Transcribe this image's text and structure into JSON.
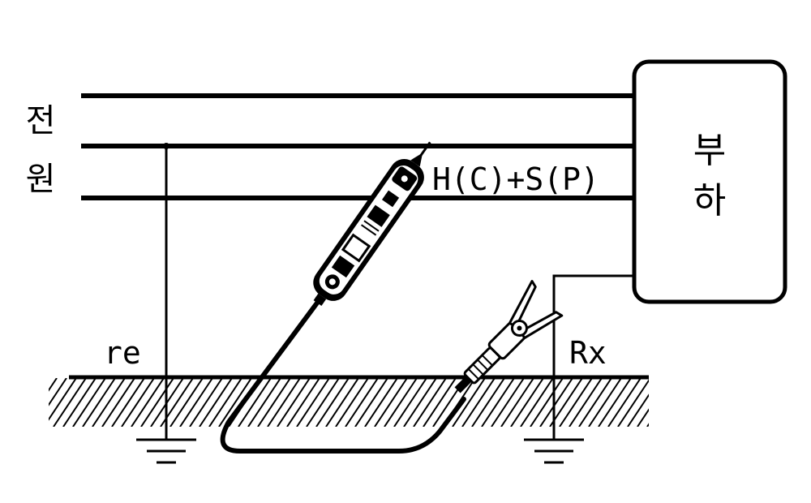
{
  "source": {
    "line1": "전",
    "line2": "원"
  },
  "load": {
    "line1": "부",
    "line2": "하"
  },
  "labels": {
    "terminals": "H(C)+S(P)",
    "re": "re",
    "rx": "Rx"
  },
  "colors": {
    "ink": "#000000",
    "background": "#ffffff"
  },
  "icons": [
    "ground-symbol-icon",
    "ground-hatch-icon",
    "tester-probe-icon",
    "alligator-clip-icon"
  ]
}
